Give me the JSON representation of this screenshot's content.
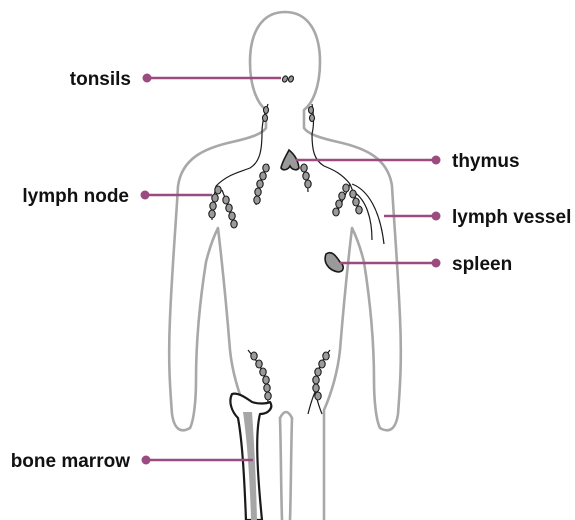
{
  "labels": {
    "tonsils": "tonsils",
    "thymus": "thymus",
    "lymph_node": "lymph node",
    "lymph_vessel": "lymph vessel",
    "spleen": "spleen",
    "bone_marrow": "bone marrow"
  },
  "colors": {
    "leader": "#9b4b7f",
    "outline": "#a8a8a8",
    "organ_fill": "#9a9a9a",
    "ink": "#1a1a1a"
  }
}
